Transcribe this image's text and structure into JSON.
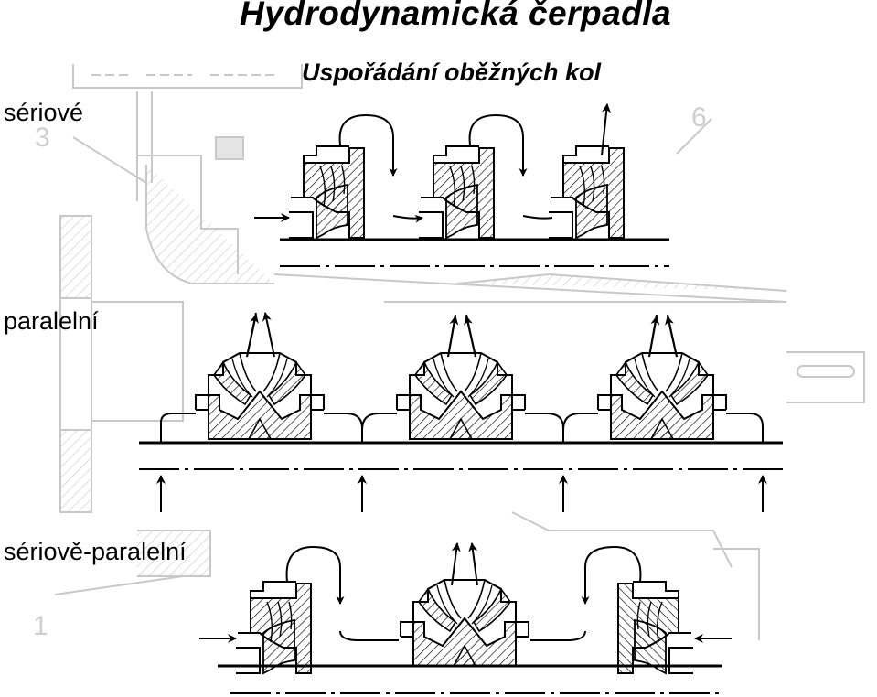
{
  "title": "Hydrodynamická čerpadla",
  "subtitle": "Uspořádání oběžných kol",
  "sections": {
    "serial": "sériové",
    "parallel": "paralelní",
    "serial_parallel": "sériově-paralelní"
  },
  "background_drawing": {
    "callout_numbers": [
      "3",
      "6",
      "1"
    ]
  },
  "colors": {
    "ink": "#000000",
    "background_drawing": "#c8c8c8"
  }
}
